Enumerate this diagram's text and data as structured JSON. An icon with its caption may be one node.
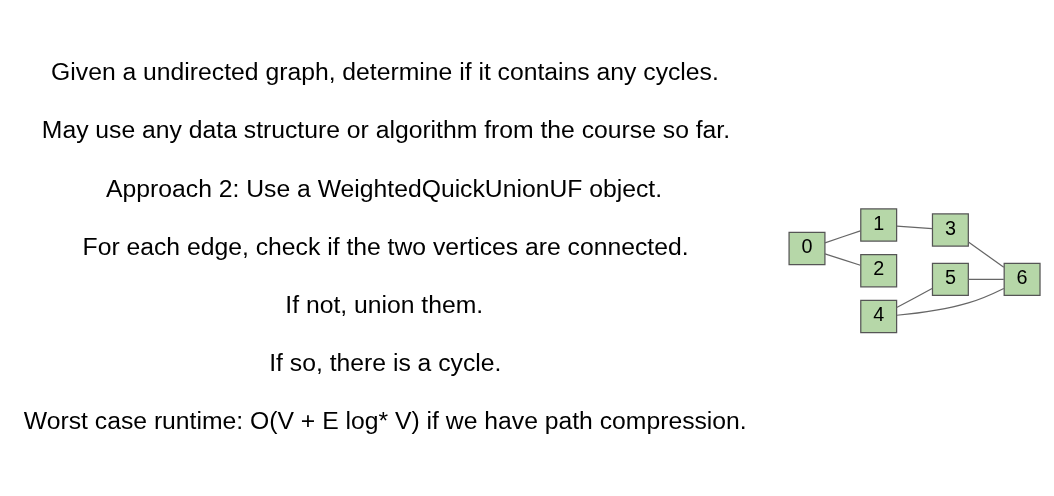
{
  "diagram": {
    "nodes": [
      {
        "text": [
          "0"
        ]
      },
      {
        "text": [
          "1"
        ]
      },
      {
        "text": [
          "2"
        ]
      },
      {
        "text": [
          "3"
        ]
      },
      {
        "text": [
          "4"
        ]
      },
      {
        "text": [
          "5"
        ]
      },
      {
        "text": [
          "6"
        ]
      }
    ],
    "edges": [
      {
        "from": 0,
        "to": 1,
        "arrow": "none"
      },
      {
        "from": 0,
        "to": 2,
        "arrow": "none"
      },
      {
        "from": 1,
        "to": 3,
        "arrow": "none"
      },
      {
        "from": 3,
        "to": 6,
        "arrow": "none"
      },
      {
        "from": 4,
        "to": 6,
        "arrow": "none"
      },
      {
        "from": 4,
        "to": 5,
        "arrow": "none"
      },
      {
        "from": 5,
        "to": 6,
        "arrow": "none"
      }
    ],
    "labels": [
      "Given a undirected graph, determine if it contains any cycles.",
      "May use any data structure or algorithm from the course so far.",
      "Approach 2: Use a WeightedQuickUnionUF object.",
      "For each edge, check if the two vertices are connected.",
      "If not, union them.",
      "If so, there is a cycle.",
      "Worst case runtime: O(V + E log* V) if we have path compression."
    ]
  }
}
